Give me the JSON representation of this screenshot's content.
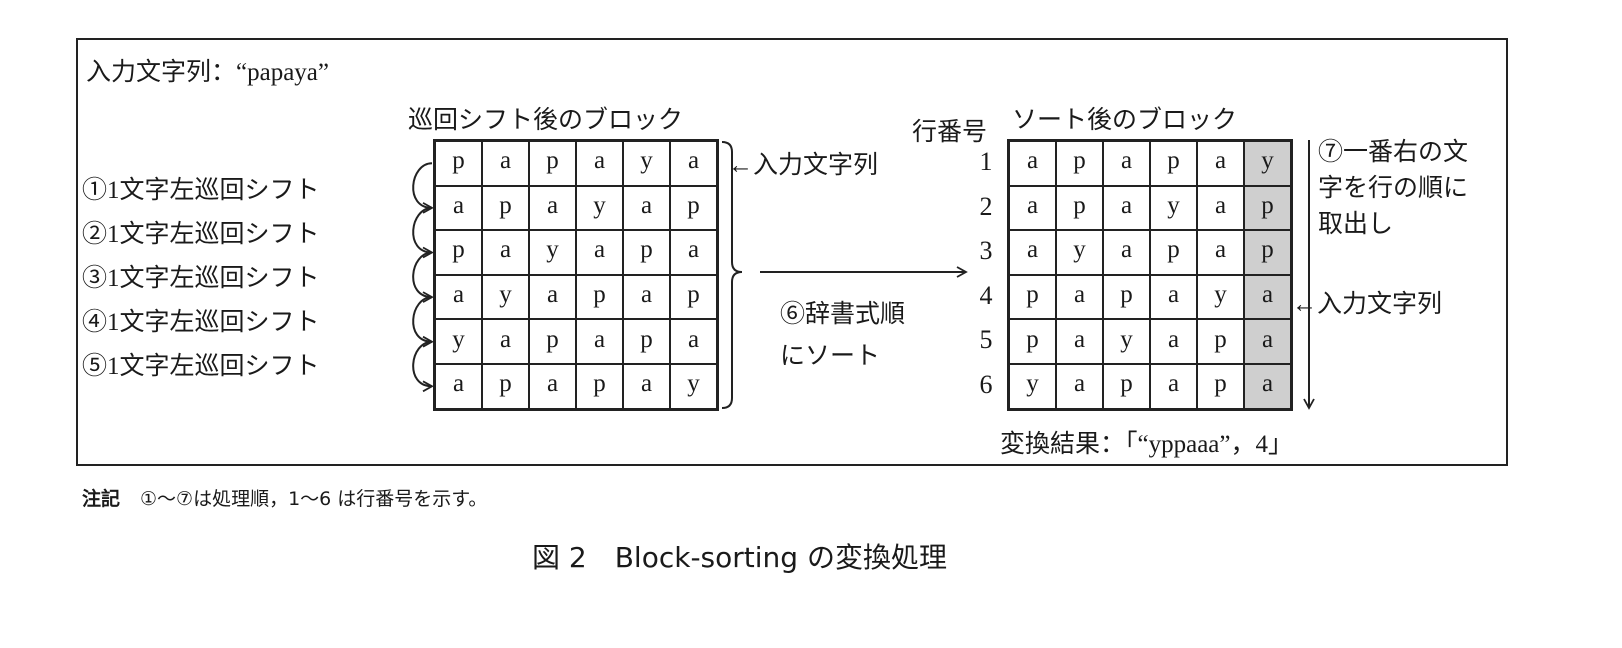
{
  "input_label": "入力文字列：“papaya”",
  "left_block": {
    "title": "巡回シフト後のブロック",
    "rows": [
      [
        "p",
        "a",
        "p",
        "a",
        "y",
        "a"
      ],
      [
        "a",
        "p",
        "a",
        "y",
        "a",
        "p"
      ],
      [
        "p",
        "a",
        "y",
        "a",
        "p",
        "a"
      ],
      [
        "a",
        "y",
        "a",
        "p",
        "a",
        "p"
      ],
      [
        "y",
        "a",
        "p",
        "a",
        "p",
        "a"
      ],
      [
        "a",
        "p",
        "a",
        "p",
        "a",
        "y"
      ]
    ],
    "input_marker": "←入力文字列"
  },
  "steps": [
    "①1文字左巡回シフト",
    "②1文字左巡回シフト",
    "③1文字左巡回シフト",
    "④1文字左巡回シフト",
    "⑤1文字左巡回シフト"
  ],
  "sort_step": {
    "line1": "⑥辞書式順",
    "line2": "にソート"
  },
  "right_block": {
    "row_number_label": "行番号",
    "title": "ソート後のブロック",
    "row_numbers": [
      "1",
      "2",
      "3",
      "4",
      "5",
      "6"
    ],
    "rows": [
      [
        "a",
        "p",
        "a",
        "p",
        "a",
        "y"
      ],
      [
        "a",
        "p",
        "a",
        "y",
        "a",
        "p"
      ],
      [
        "a",
        "y",
        "a",
        "p",
        "a",
        "p"
      ],
      [
        "p",
        "a",
        "p",
        "a",
        "y",
        "a"
      ],
      [
        "p",
        "a",
        "y",
        "a",
        "p",
        "a"
      ],
      [
        "y",
        "a",
        "p",
        "a",
        "p",
        "a"
      ]
    ],
    "highlight_color": "#cfcfcf",
    "input_marker": "←入力文字列"
  },
  "extract_step": {
    "line1": "⑦一番右の文",
    "line2": "字を行の順に",
    "line3": "取出し"
  },
  "result": "変換結果：「“yppaaa”，4」",
  "note": {
    "label": "注記",
    "text": "①～⑦は処理順，1～6 は行番号を示す。"
  },
  "caption": "図 2　Block-sorting の変換処理"
}
